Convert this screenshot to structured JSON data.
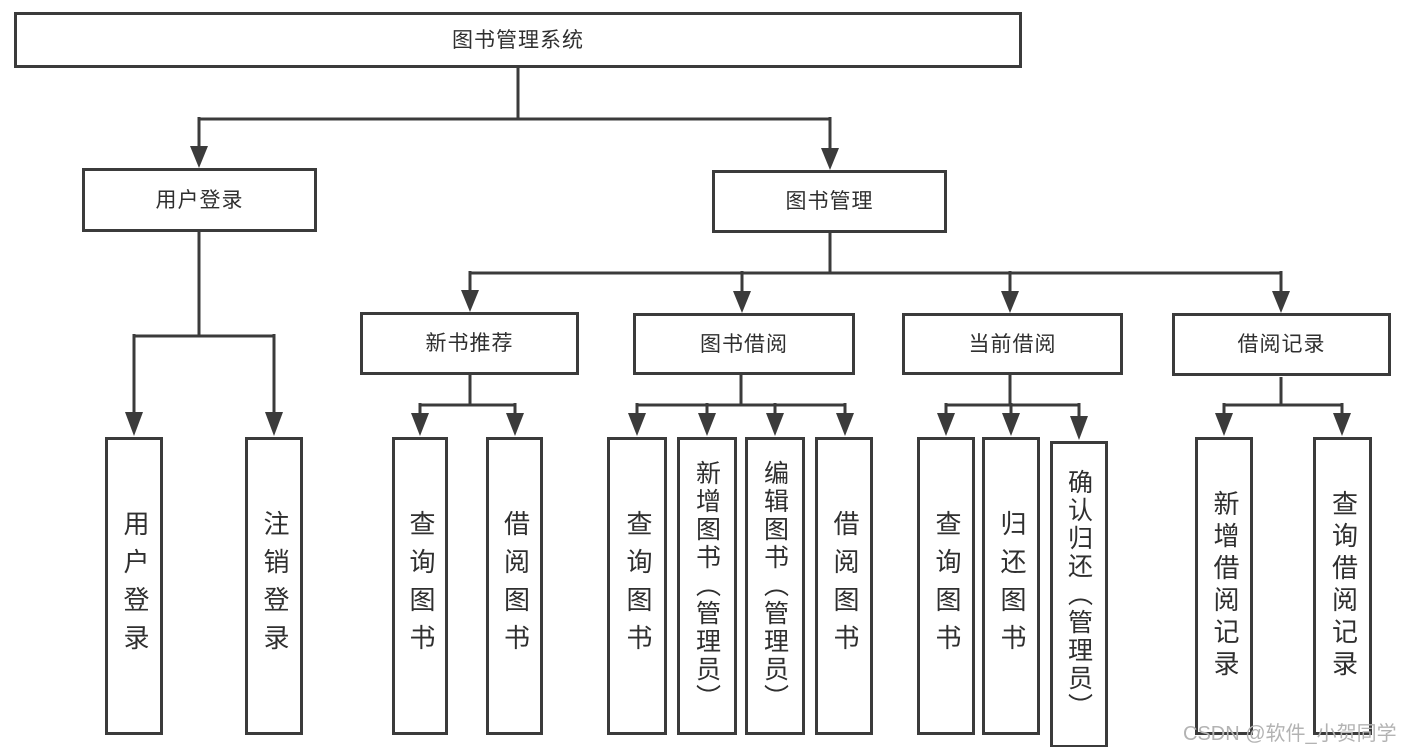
{
  "diagram_type": "hierarchy-chart",
  "colors": {
    "line": "#3b3b3b",
    "text": "#2f2f2f",
    "watermark": "#b3b3b3",
    "background": "#ffffff"
  },
  "tree": {
    "label": "图书管理系统",
    "children": [
      {
        "label": "用户登录",
        "children": [
          {
            "label": "用户登录"
          },
          {
            "label": "注销登录"
          }
        ]
      },
      {
        "label": "图书管理",
        "children": [
          {
            "label": "新书推荐",
            "children": [
              {
                "label": "查询图书"
              },
              {
                "label": "借阅图书"
              }
            ]
          },
          {
            "label": "图书借阅",
            "children": [
              {
                "label": "查询图书"
              },
              {
                "label": "新增图书（管理员）"
              },
              {
                "label": "编辑图书（管理员）"
              },
              {
                "label": "借阅图书"
              }
            ]
          },
          {
            "label": "当前借阅",
            "children": [
              {
                "label": "查询图书"
              },
              {
                "label": "归还图书"
              },
              {
                "label": "确认归还（管理员）"
              }
            ]
          },
          {
            "label": "借阅记录",
            "children": [
              {
                "label": "新增借阅记录"
              },
              {
                "label": "查询借阅记录"
              }
            ]
          }
        ]
      }
    ]
  },
  "watermark": {
    "text": "CSDN @软件_小贺同学"
  }
}
